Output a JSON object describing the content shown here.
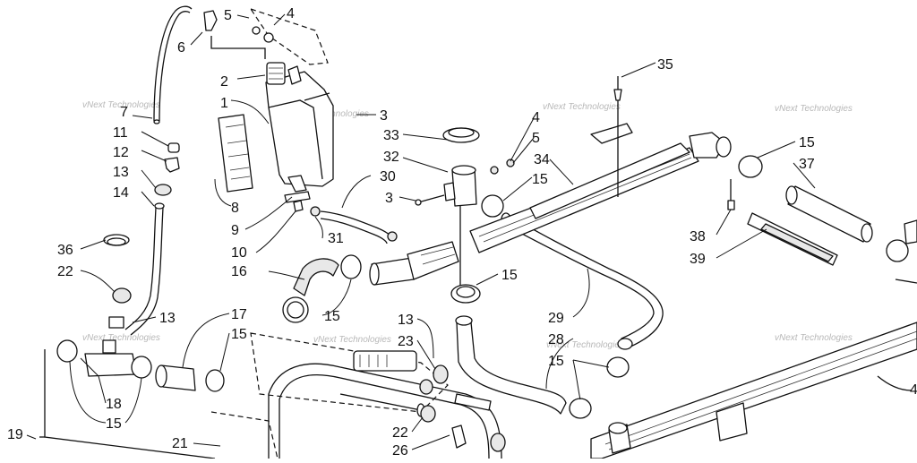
{
  "watermark": "vNext Technologies",
  "callouts": {
    "c1": "1",
    "c2": "2",
    "c3a": "3",
    "c3b": "3",
    "c4a": "4",
    "c4b": "4",
    "c4c": "4",
    "c5a": "5",
    "c5b": "5",
    "c6": "6",
    "c7": "7",
    "c8": "8",
    "c9": "9",
    "c10": "10",
    "c11": "11",
    "c12": "12",
    "c13a": "13",
    "c13b": "13",
    "c13c": "13",
    "c14": "14",
    "c15a": "15",
    "c15b": "15",
    "c15c": "15",
    "c15d": "15",
    "c15e": "15",
    "c15f": "15",
    "c15g": "15",
    "c16": "16",
    "c17": "17",
    "c18": "18",
    "c19": "19",
    "c21": "21",
    "c22a": "22",
    "c22b": "22",
    "c23": "23",
    "c26": "26",
    "c28": "28",
    "c29": "29",
    "c30": "30",
    "c31": "31",
    "c32": "32",
    "c33": "33",
    "c34": "34",
    "c35": "35",
    "c36": "36",
    "c37": "37",
    "c38": "38",
    "c39": "39"
  }
}
